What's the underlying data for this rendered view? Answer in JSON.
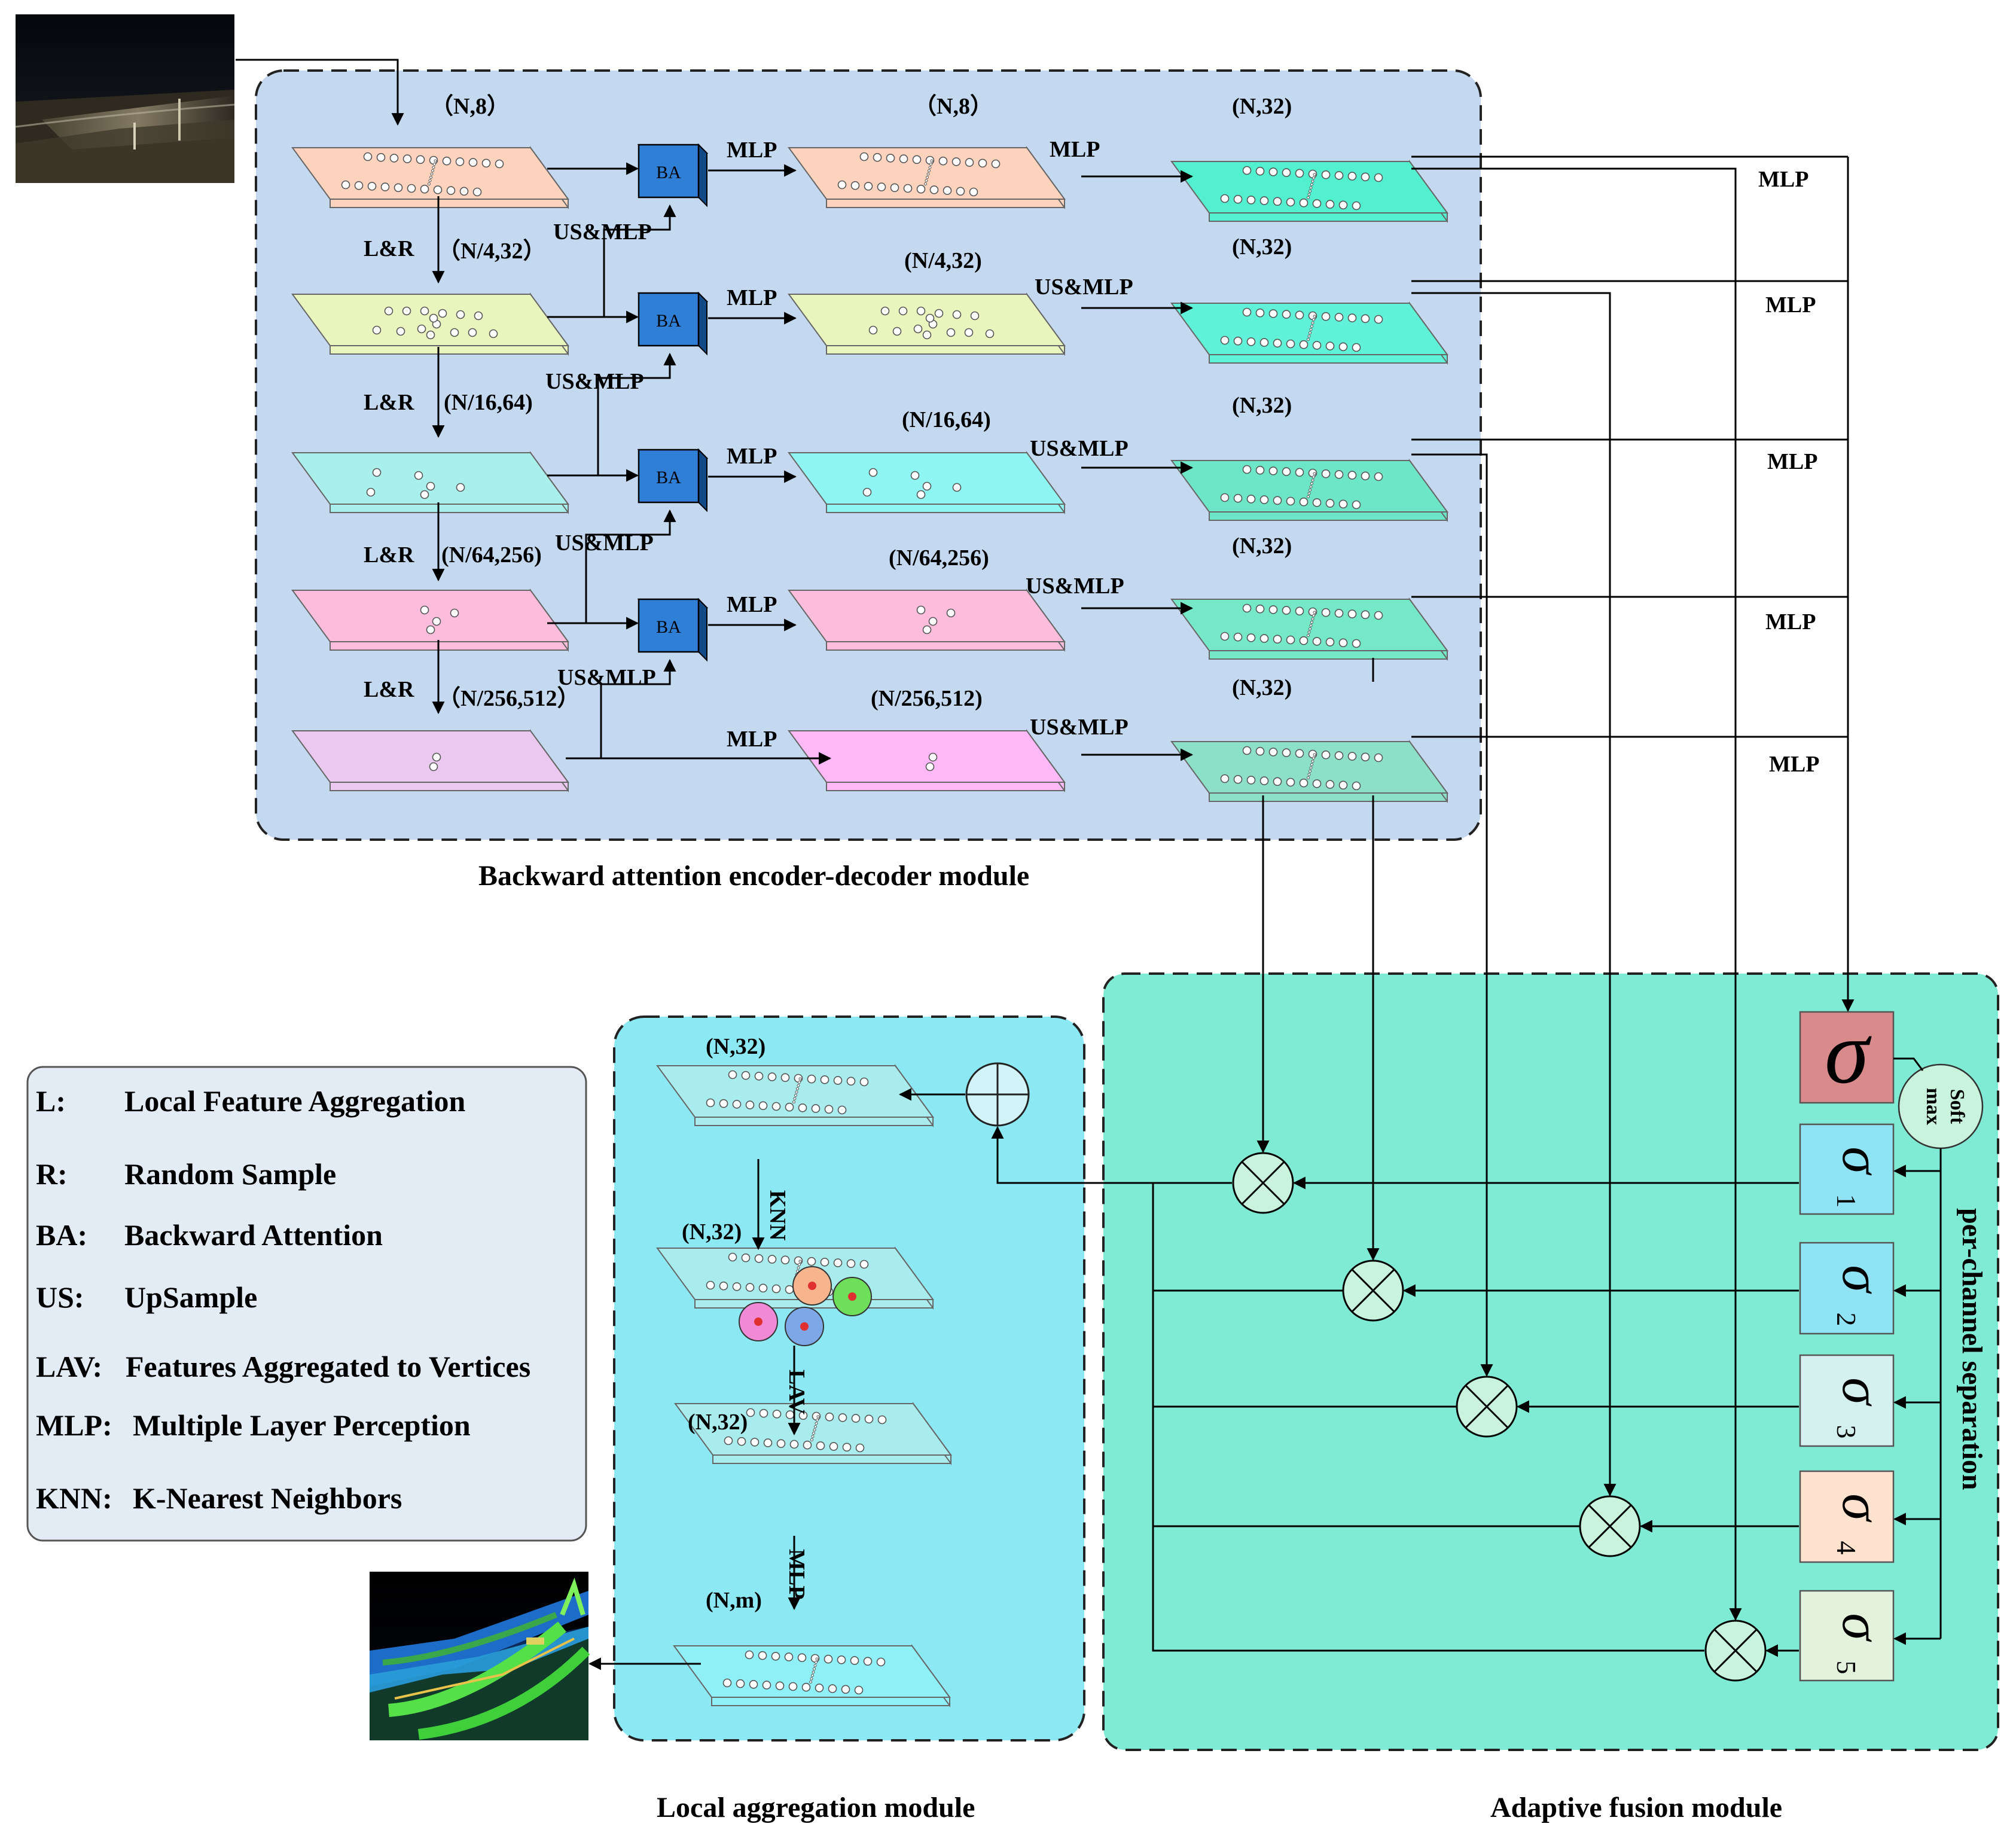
{
  "modules": {
    "encoder_decoder_title": "Backward attention encoder-decoder module",
    "local_title": "Local aggregation module",
    "fusion_title": "Adaptive fusion module"
  },
  "encoder": {
    "shapes": [
      "（N,8）",
      "（N/4,32）",
      "(N/16,64)",
      "(N/64,256)",
      "（N/256,512）"
    ],
    "down_label": "L&R",
    "ba_label": "BA",
    "up_label": "US&MLP",
    "mlp_label": "MLP"
  },
  "decoder": {
    "shapes": [
      "（N,8）",
      "(N/4,32)",
      "(N/16,64)",
      "(N/64,256)",
      "(N/256,512)"
    ],
    "right_labels": [
      "MLP",
      "US&MLP",
      "US&MLP",
      "US&MLP",
      "US&MLP"
    ]
  },
  "outputs": {
    "shape": "(N,32)",
    "side_label": "MLP"
  },
  "fusion": {
    "sigma": "σ",
    "subscripts": [
      "1",
      "2",
      "3",
      "4",
      "5"
    ],
    "softmax": [
      "Soft",
      "max"
    ],
    "separation": "per-channel separation",
    "colors": [
      "#d98a8a",
      "#8fe3f5",
      "#8fe3f5",
      "#d4f0ef",
      "#fde3cf",
      "#e3f2dc"
    ]
  },
  "local": {
    "shapes": [
      "(N,32)",
      "(N,32)",
      "(N,32)",
      "(N,m)"
    ],
    "steps": [
      "KNN",
      "LAV",
      "MLP"
    ]
  },
  "legend": [
    {
      "key": "L:",
      "text": "Local Feature Aggregation"
    },
    {
      "key": "R:",
      "text": "Random Sample"
    },
    {
      "key": "BA:",
      "text": "Backward Attention"
    },
    {
      "key": "US:",
      "text": "UpSample"
    },
    {
      "key": "LAV:",
      "text": "Features Aggregated to Vertices"
    },
    {
      "key": "MLP:",
      "text": "Multiple Layer Perception"
    },
    {
      "key": "KNN:",
      "text": "K-Nearest Neighbors"
    }
  ],
  "colors": {
    "encoder_bg": "#c4d9ef",
    "local_bg": "#8ce8f2",
    "fusion_bg": "#80ebd4",
    "legend_bg": "#e3ecf5",
    "ba_box": "#2f7fd6",
    "layers": [
      "#fdd3bd",
      "#eaf5be",
      "#a9f0ec",
      "#fbbddb",
      "#ebc8ef"
    ],
    "dec_layers": [
      "#fdd3bd",
      "#eaf5be",
      "#8ff5f2",
      "#fbbddb",
      "#fdb8f8"
    ],
    "out_layers": [
      "#52f0cf",
      "#5ff2d8",
      "#6de6c8",
      "#74e8c7",
      "#8ce0c8"
    ],
    "local_layers": [
      "#a9ecee",
      "#a9ecee",
      "#a9ecee",
      "#8ff0f8"
    ]
  }
}
